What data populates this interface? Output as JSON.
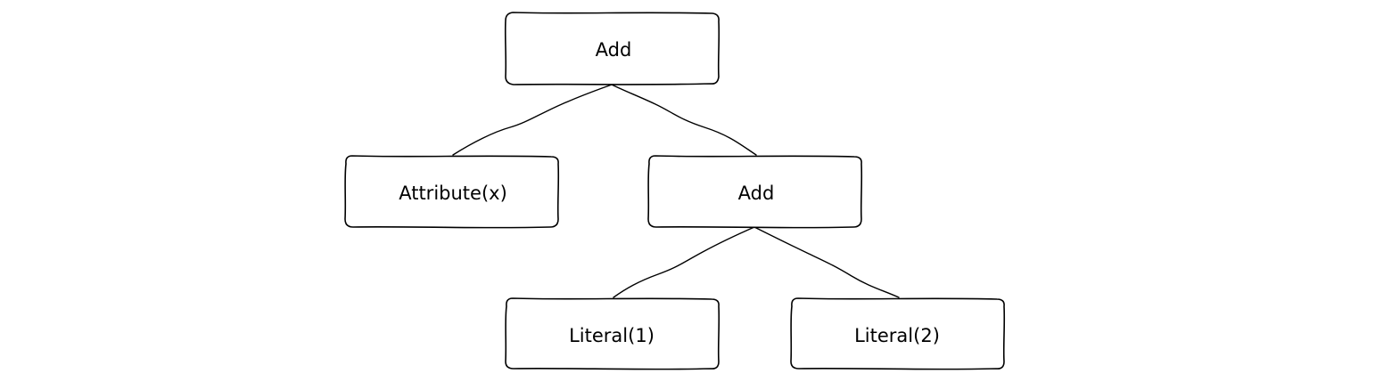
{
  "diagram": {
    "type": "tree",
    "nodes": [
      {
        "id": "root",
        "label": "Add"
      },
      {
        "id": "attr",
        "label": "Attribute(x)"
      },
      {
        "id": "add2",
        "label": "Add"
      },
      {
        "id": "lit1",
        "label": "Literal(1)"
      },
      {
        "id": "lit2",
        "label": "Literal(2)"
      }
    ],
    "edges": [
      {
        "from": "root",
        "to": "attr"
      },
      {
        "from": "root",
        "to": "add2"
      },
      {
        "from": "add2",
        "to": "lit1"
      },
      {
        "from": "add2",
        "to": "lit2"
      }
    ]
  }
}
